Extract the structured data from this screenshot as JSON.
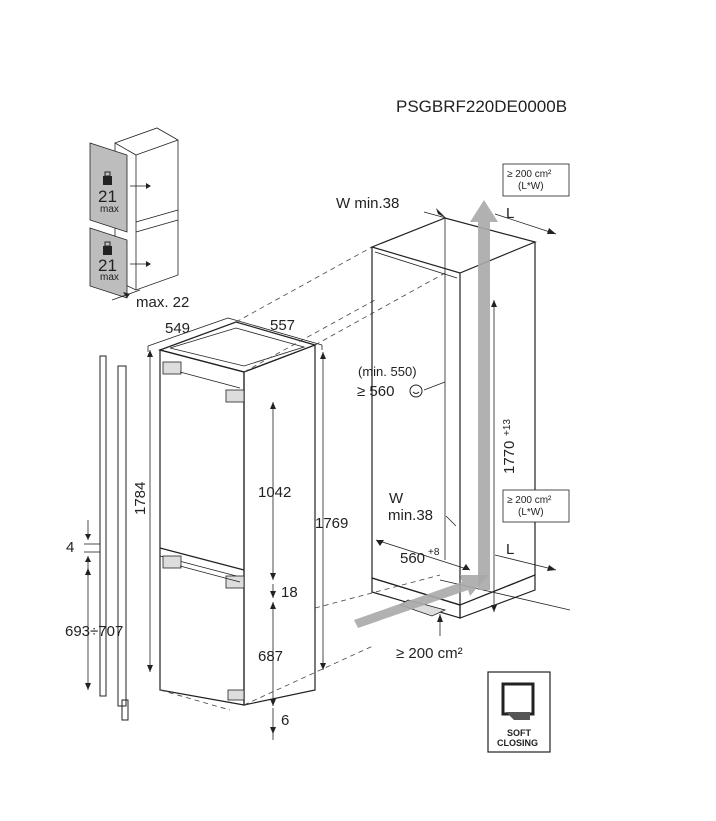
{
  "model_code": "PSGBRF220DE0000B",
  "door_panel": {
    "weight_top": "21",
    "weight_bottom": "21",
    "weight_unit": "max",
    "thickness_label": "max. 22"
  },
  "appliance": {
    "depth": "549",
    "width": "557",
    "height_total": "1784",
    "height_body": "1769",
    "height_upper_door": "1042",
    "gap_between_doors": "18",
    "height_lower_door": "687",
    "bottom_offset": "6",
    "rail_offset": "4",
    "rail_range": "693÷707"
  },
  "niche": {
    "gap_top_label": "W min.38",
    "gap_bottom_label_line1": "W",
    "gap_bottom_label_line2": "min.38",
    "depth_min_note": "(min. 550)",
    "depth_recommended": "≥ 560",
    "height": "1770",
    "height_tolerance": "+13",
    "width": "560",
    "width_tolerance": "+8",
    "depth_axis_label": "L",
    "vent_top_area": "≥ 200 cm²",
    "vent_top_formula": "(L*W)",
    "vent_bottom_area": "≥ 200 cm²",
    "vent_bottom_formula": "(L*W)",
    "vent_floor_area": "≥ 200 cm²"
  },
  "soft_closing": {
    "line1": "SOFT",
    "line2": "CLOSING"
  },
  "colors": {
    "line": "#222222",
    "panel_fill": "#bdbdbd",
    "arrow_fill": "#a8a8a8"
  }
}
